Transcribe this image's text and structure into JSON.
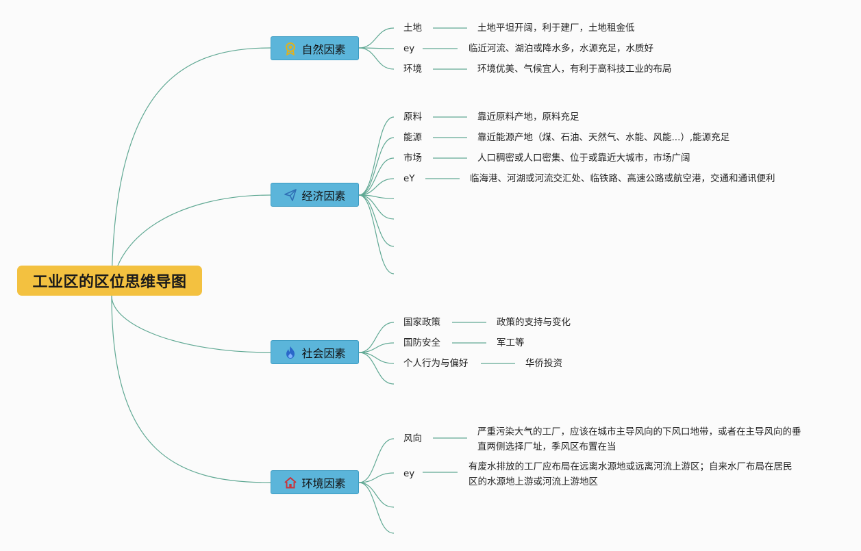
{
  "root": {
    "title": "工业区的区位思维导图"
  },
  "colors": {
    "root_bg": "#f3c140",
    "branch_bg": "#5bb5da",
    "line": "#5fa893"
  },
  "branches": [
    {
      "label": "自然因素",
      "icon": "award-medal-icon",
      "items": [
        {
          "label": "土地",
          "desc": "土地平坦开阔，利于建厂，土地租金低"
        },
        {
          "label": "ey",
          "desc": "临近河流、湖泊或降水多，水源充足，水质好"
        },
        {
          "label": "环境",
          "desc": "环境优美、气候宜人，有利于高科技工业的布局"
        }
      ]
    },
    {
      "label": "经济因素",
      "icon": "paper-plane-icon",
      "items": [
        {
          "label": "原料",
          "desc": "靠近原料产地，原料充足"
        },
        {
          "label": "能源",
          "desc": "靠近能源产地（煤、石油、天然气、水能、风能...）,能源充足"
        },
        {
          "label": "市场",
          "desc": "人口稠密或人口密集、位于或靠近大城市，市场广阔"
        },
        {
          "label": "eY",
          "desc": "临海港、河湖或河流交汇处、临铁路、高速公路或航空港，交通和通讯便利"
        }
      ]
    },
    {
      "label": "社会因素",
      "icon": "flame-icon",
      "items": [
        {
          "label": "国家政策",
          "desc": "政策的支持与变化"
        },
        {
          "label": "国防安全",
          "desc": "军工等"
        },
        {
          "label": "个人行为与偏好",
          "desc": "华侨投资"
        }
      ]
    },
    {
      "label": "环境因素",
      "icon": "house-icon",
      "items": [
        {
          "label": "风向",
          "desc_lines": [
            "严重污染大气的工厂，应该在城市主导风向的下风口地带，或者在主导风向的垂",
            "直两侧选择厂址，季风区布置在当"
          ]
        },
        {
          "label": "ey",
          "desc_lines": [
            "有废水排放的工厂应布局在远离水源地或远离河流上游区；自来水厂布局在居民",
            "区的水源地上游或河流上游地区"
          ]
        }
      ]
    }
  ]
}
